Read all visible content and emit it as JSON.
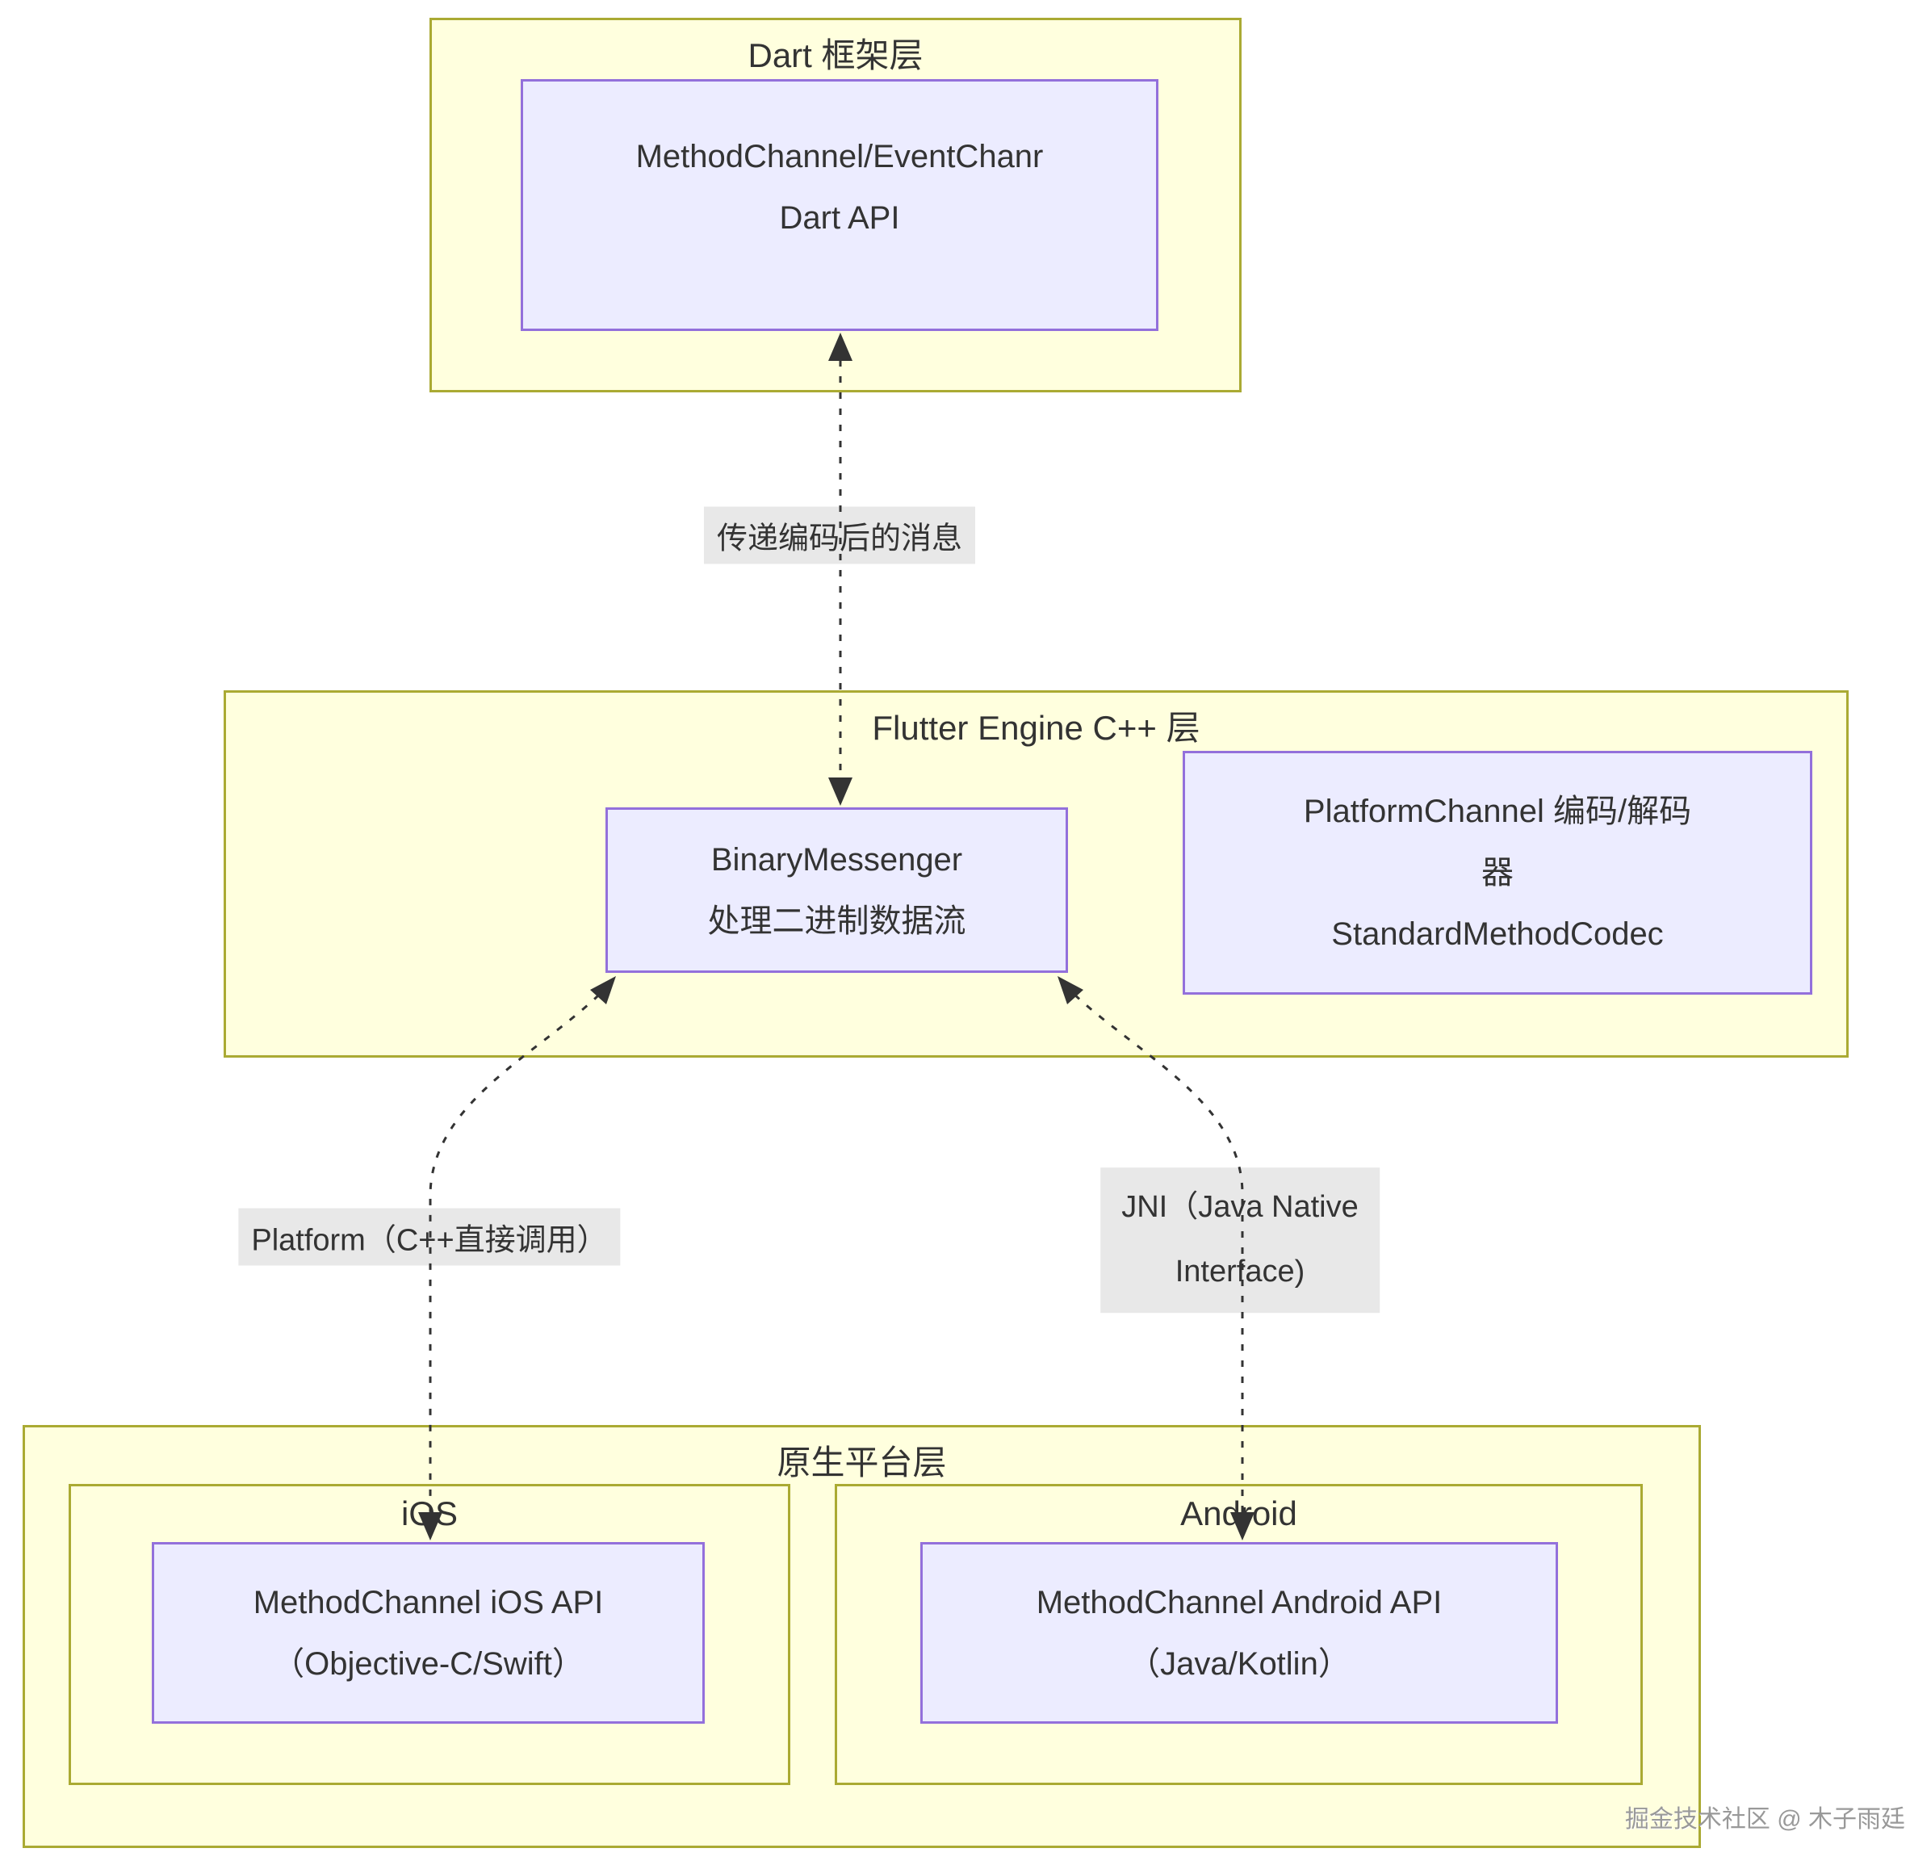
{
  "watermark": "掘金技术社区 @ 木子雨廷",
  "clusters": {
    "dart": {
      "title": "Dart 框架层"
    },
    "engine": {
      "title": "Flutter Engine C++ 层"
    },
    "native": {
      "title": "原生平台层"
    },
    "ios": {
      "title": "iOS"
    },
    "android": {
      "title": "Android"
    }
  },
  "nodes": {
    "dart_api": {
      "lines": [
        "MethodChannel/EventChanr",
        "Dart API"
      ]
    },
    "binary_messenger": {
      "lines": [
        "BinaryMessenger",
        "处理二进制数据流"
      ]
    },
    "platform_codec": {
      "lines": [
        "PlatformChannel 编码/解码",
        "器",
        "StandardMethodCodec"
      ]
    },
    "ios_api": {
      "lines": [
        "MethodChannel iOS API",
        "（Objective-C/Swift）"
      ]
    },
    "android_api": {
      "lines": [
        "MethodChannel Android API",
        "（Java/Kotlin）"
      ]
    }
  },
  "edges": {
    "encoded_message": {
      "label": "传递编码后的消息"
    },
    "platform_call": {
      "label": "Platform（C++直接调用）"
    },
    "jni": {
      "lines": [
        "JNI（Java Native",
        "Interface)"
      ]
    }
  },
  "colors": {
    "cluster_fill": "#ffffde",
    "cluster_border": "#aaaa33",
    "node_fill": "#ececff",
    "node_border": "#9370db",
    "edge_label_bg": "#e8e8e8",
    "line": "#333333",
    "text": "#333333",
    "watermark": "#999999"
  }
}
